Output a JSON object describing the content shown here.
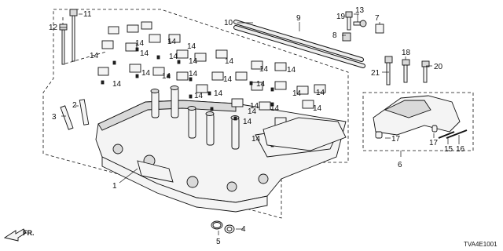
{
  "diagram_code": "TVA4E1001",
  "direction_label": "FR.",
  "callouts": {
    "c1": "1",
    "c2": "2",
    "c3": "3",
    "c4": "4",
    "c5": "5",
    "c6": "6",
    "c7": "7",
    "c8": "8",
    "c9": "9",
    "c10": "10",
    "c11": "11",
    "c12": "12",
    "c13": "13",
    "c14": "14",
    "c15": "15",
    "c16": "16",
    "c17": "17",
    "c18": "18",
    "c19": "19",
    "c20": "20",
    "c21": "21"
  }
}
